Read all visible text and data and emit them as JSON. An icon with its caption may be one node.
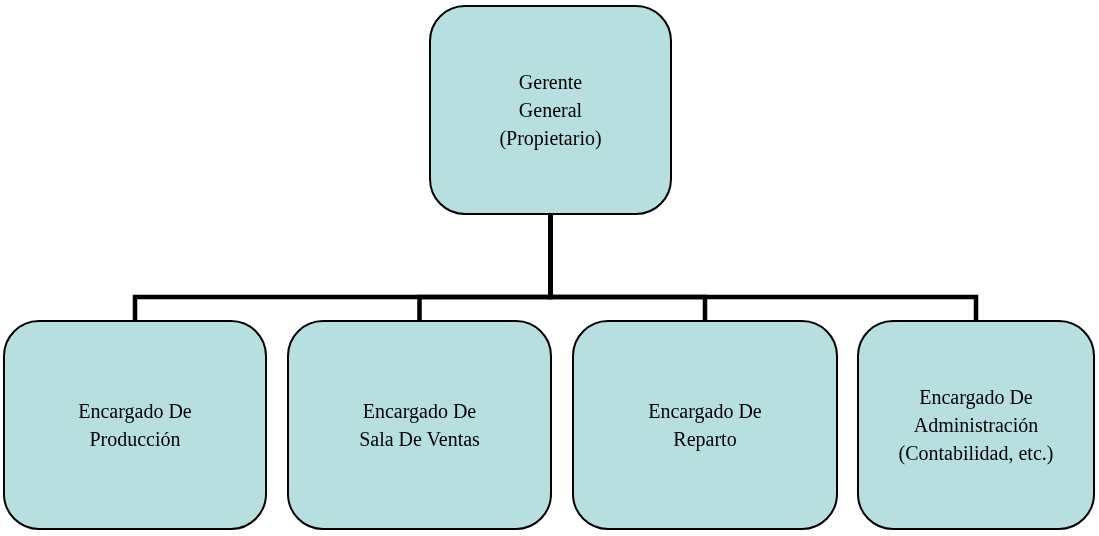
{
  "diagram": {
    "nodes": [
      {
        "text": [
          "Gerente General (Propietario)"
        ]
      },
      {
        "text": [
          "Encargado De Producción"
        ]
      },
      {
        "text": [
          "Encargado De Sala De Ventas"
        ]
      },
      {
        "text": [
          "Encargado De Reparto"
        ]
      },
      {
        "text": [
          "Encargado De Administración (Contabilidad, etc.)"
        ]
      }
    ],
    "edges": [
      {
        "from": 0,
        "to": 1,
        "arrow": "none"
      },
      {
        "from": 0,
        "to": 2,
        "arrow": "none"
      },
      {
        "from": 0,
        "to": 3,
        "arrow": "none"
      },
      {
        "from": 0,
        "to": 4,
        "arrow": "none"
      }
    ]
  }
}
